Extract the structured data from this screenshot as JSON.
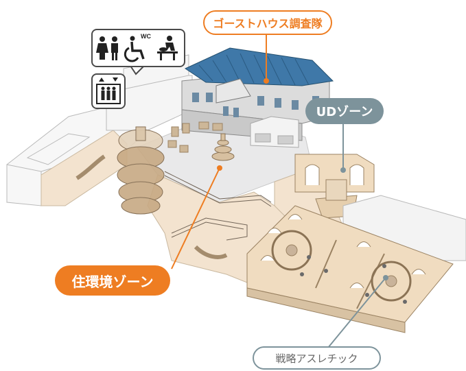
{
  "labels": {
    "ghost_house": "ゴーストハウス調査隊",
    "ud_zone": "UDゾーン",
    "living_zone": "住環境ゾーン",
    "strategy_athletic": "戦略アスレチック"
  },
  "facility_icons": {
    "wc_text": "WC",
    "icons": [
      "restroom-icon",
      "accessible-toilet-icon",
      "baby-changing-icon",
      "elevator-icon"
    ]
  },
  "colors": {
    "accent_orange": "#ee7d22",
    "zone_gray": "#7d939b",
    "roof_blue": "#3f78a8",
    "floor_tan": "#f3e3cf",
    "plaza_gray": "#e9e9ea"
  }
}
